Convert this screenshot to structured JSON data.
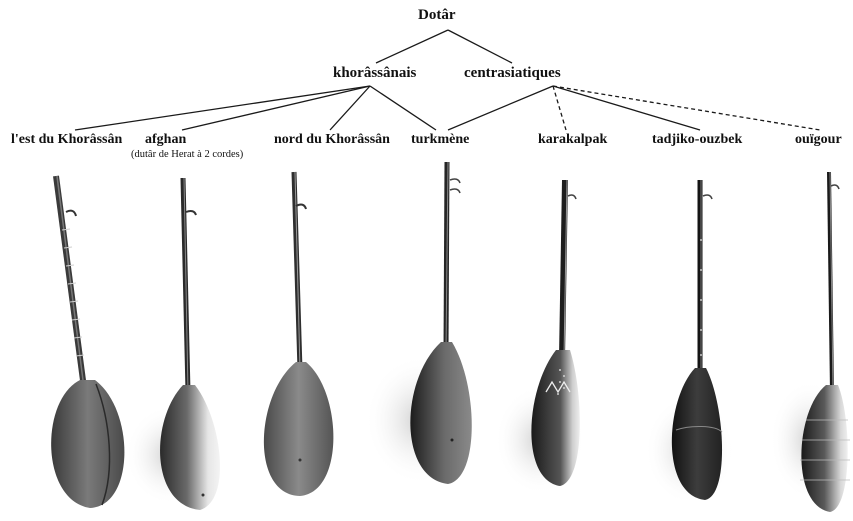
{
  "tree": {
    "root": {
      "id": "dotar",
      "label": "Dotâr"
    },
    "groups": [
      {
        "id": "khorassanais",
        "label": "khorâssânais"
      },
      {
        "id": "centrasiatiques",
        "label": "centrasiatiques"
      }
    ],
    "leaves": [
      {
        "id": "est",
        "label": "l'est du Khorâssân",
        "parent": "khorassanais",
        "link": "solid"
      },
      {
        "id": "afghan",
        "label": "afghan",
        "note": "(dutâr de Herat à 2 cordes)",
        "parent": "khorassanais",
        "link": "solid"
      },
      {
        "id": "nord",
        "label": "nord du Khorâssân",
        "parent": "khorassanais",
        "link": "solid"
      },
      {
        "id": "turkmene",
        "label": "turkmène",
        "parent": "both",
        "link": "solid"
      },
      {
        "id": "karakalpak",
        "label": "karakalpak",
        "parent": "centrasiatiques",
        "link": "dashed"
      },
      {
        "id": "tadjiko",
        "label": "tadjiko-ouzbek",
        "parent": "centrasiatiques",
        "link": "solid"
      },
      {
        "id": "ouigour",
        "label": "ouïgour",
        "parent": "centrasiatiques",
        "link": "dashed"
      }
    ]
  },
  "colors": {
    "ink": "#111111",
    "line": "#1a1a1a"
  },
  "instruments": [
    {
      "id": "est",
      "shade": "#5a5a5a",
      "icon": "dotar-long-lute-photo"
    },
    {
      "id": "afghan",
      "shade": "#7a7a7a",
      "icon": "dotar-long-lute-photo"
    },
    {
      "id": "nord",
      "shade": "#6b6b6b",
      "icon": "dotar-long-lute-photo"
    },
    {
      "id": "turkmene",
      "shade": "#4a4a4a",
      "icon": "dotar-long-lute-photo"
    },
    {
      "id": "karakalpak",
      "shade": "#3d3d3d",
      "icon": "dotar-long-lute-photo"
    },
    {
      "id": "tadjiko",
      "shade": "#2f2f2f",
      "icon": "dotar-long-lute-photo"
    },
    {
      "id": "ouigour",
      "shade": "#353535",
      "icon": "dotar-long-lute-photo"
    }
  ]
}
